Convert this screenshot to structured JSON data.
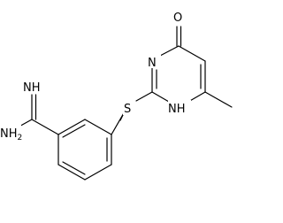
{
  "molecule": {
    "atoms": {
      "oxygen": "O",
      "ring_nitrogen": "N",
      "nh_ring": "NH",
      "sulfur": "S",
      "imine": "NH",
      "amine": "NH",
      "amine_subscript": "2"
    }
  }
}
